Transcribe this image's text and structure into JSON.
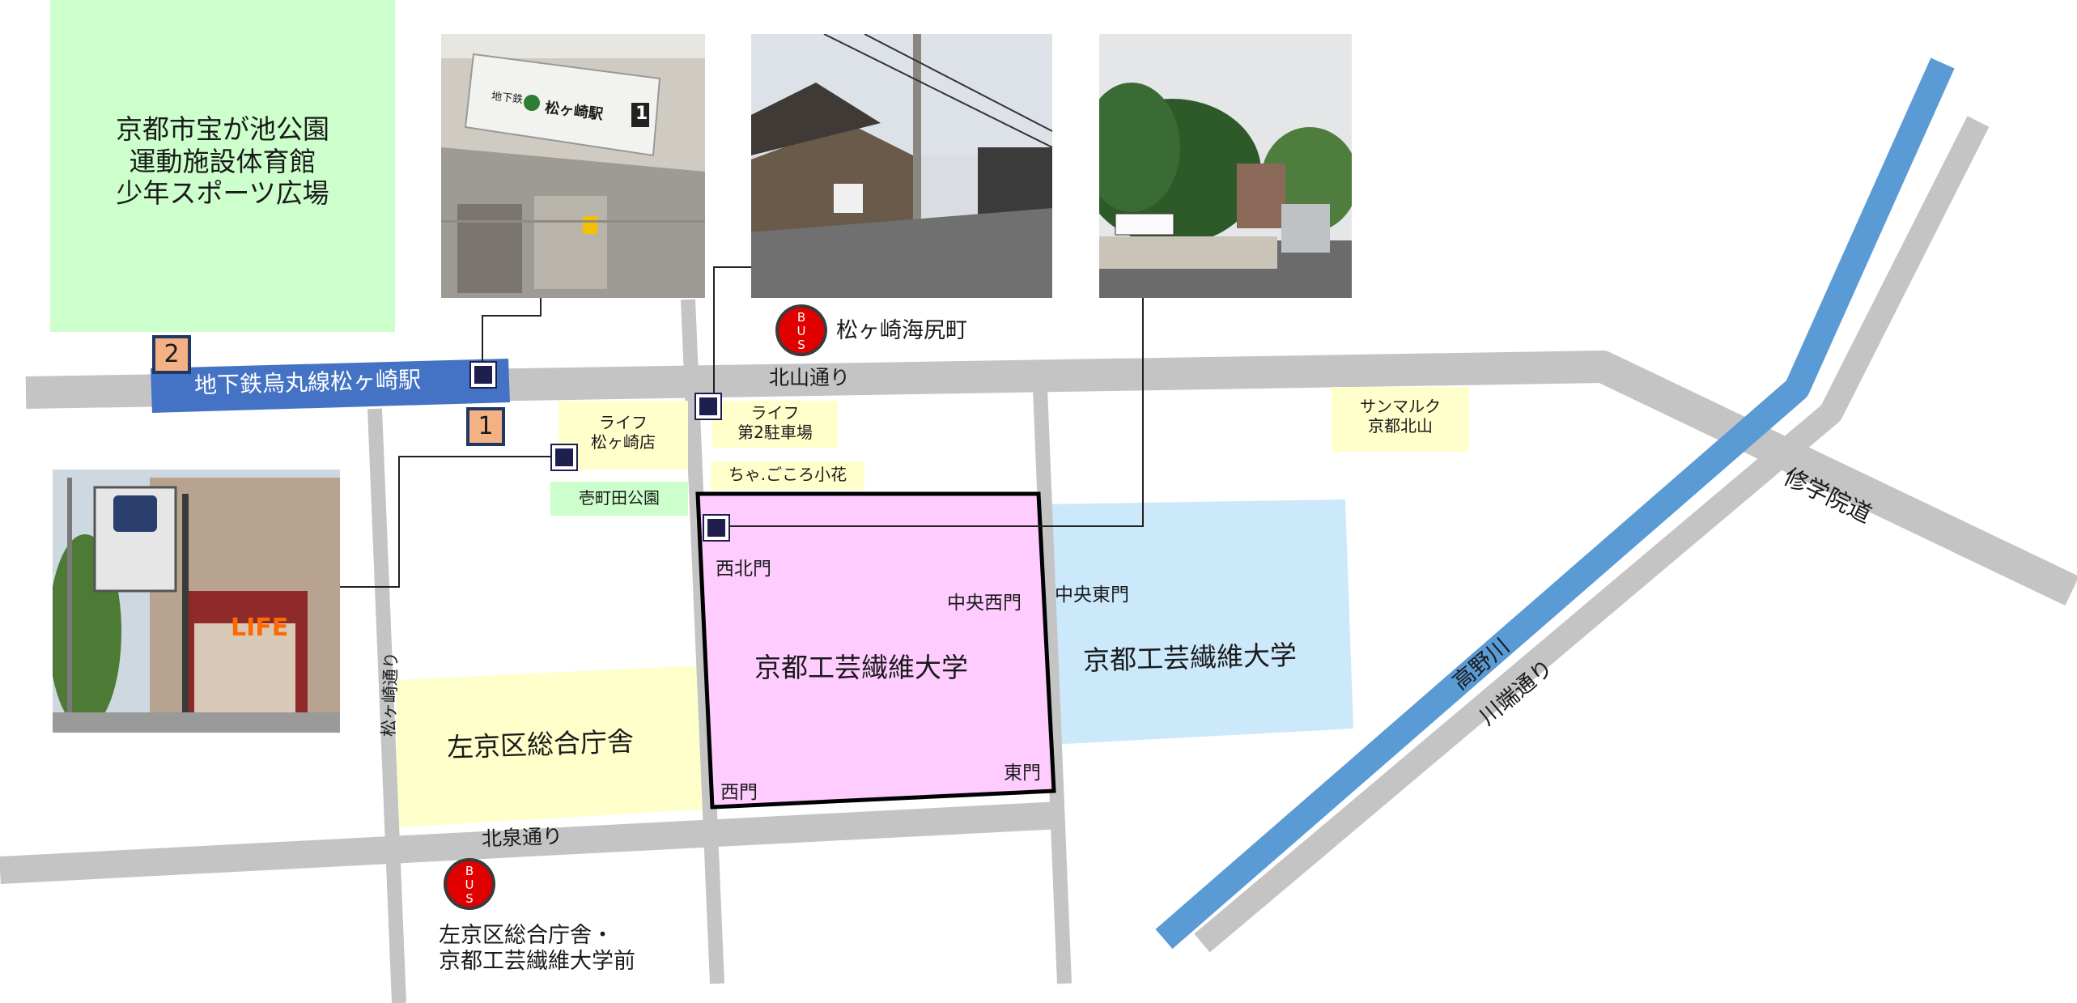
{
  "places": {
    "park": "京都市宝が池公園\n運動施設体育館\n少年スポーツ広場",
    "subway_station": "地下鉄烏丸線松ヶ崎駅",
    "exit1": "1",
    "exit2": "2",
    "life_store": "ライフ\n松ヶ崎店",
    "life_parking": "ライフ\n第2駐車場",
    "cafe": "ちゃ.ごころ小花",
    "ichimachida_park": "壱町田公園",
    "saint_marc": "サンマルク\n京都北山",
    "kit_main": "京都工芸繊維大学",
    "kit_east": "京都工芸繊維大学",
    "sakyo_office": "左京区総合庁舎"
  },
  "gates": {
    "northwest": "西北門",
    "center_west": "中央西門",
    "center_east": "中央東門",
    "west": "西門",
    "east": "東門"
  },
  "roads": {
    "kitayama": "北山通り",
    "kitaizumi": "北泉通り",
    "matsugasaki": "松ヶ崎通り",
    "shugakuin": "修学院道",
    "takano_river": "高野川",
    "kawabata": "川端通り"
  },
  "bus": {
    "icon_text": "B\nU\nS",
    "stop_north": "松ヶ崎海尻町",
    "stop_south": "左京区総合庁舎・\n京都工芸繊維大学前"
  },
  "photos": {
    "sign_station_name": "松ヶ崎駅",
    "sign_subway": "地下鉄",
    "sign_exit_number": "1",
    "life_sign": "LIFE"
  },
  "colors": {
    "road": "#c4c4c4",
    "river": "#5b9bd5",
    "park": "#ccffcc",
    "subway_banner": "#4472c4",
    "kit_main": "#ffccff",
    "kit_east": "#cce8fb",
    "sakyo_office": "#ffffcc",
    "label_yellow": "#ffffcc",
    "label_green": "#ccffcc",
    "bus_red": "#e00000",
    "exit_box": "#f4b183",
    "marker": "#1f1f4f"
  }
}
